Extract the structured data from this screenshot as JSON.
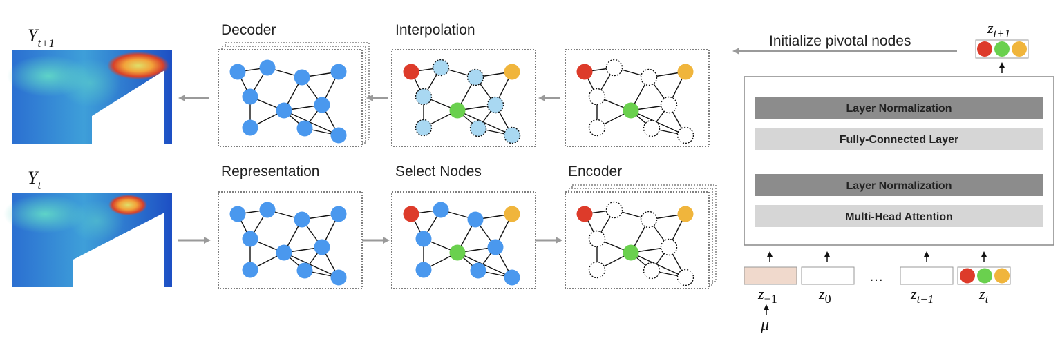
{
  "labels": {
    "y_next": "Y",
    "y_next_sub": "t+1",
    "y_cur": "Y",
    "y_cur_sub": "t",
    "decoder": "Decoder",
    "interpolation": "Interpolation",
    "representation": "Representation",
    "select_nodes": "Select Nodes",
    "encoder": "Encoder",
    "init_pivotal": "Initialize pivotal nodes"
  },
  "transformer": {
    "layers": [
      "Layer Normalization",
      "Fully-Connected Layer",
      "Layer Normalization",
      "Multi-Head Attention"
    ],
    "tokens": [
      {
        "base": "z",
        "sub": "−1"
      },
      {
        "base": "z",
        "sub": "0"
      },
      {
        "base": "z",
        "sub": "t−1"
      },
      {
        "base": "z",
        "sub": "t"
      }
    ],
    "ellipsis": "…",
    "output": {
      "base": "z",
      "sub": "t+1"
    },
    "mu": "μ"
  },
  "colors": {
    "blue_node": "#4a98ee",
    "light_blue_node": "#a9d8f2",
    "red_node": "#dd3b2a",
    "green_node": "#6ad04e",
    "yellow_node": "#f0b53c",
    "dark_bar": "#8c8c8c",
    "light_bar": "#d6d6d6",
    "arrow": "#9a9a9a",
    "z_minus1_fill": "#f0d9cc"
  }
}
